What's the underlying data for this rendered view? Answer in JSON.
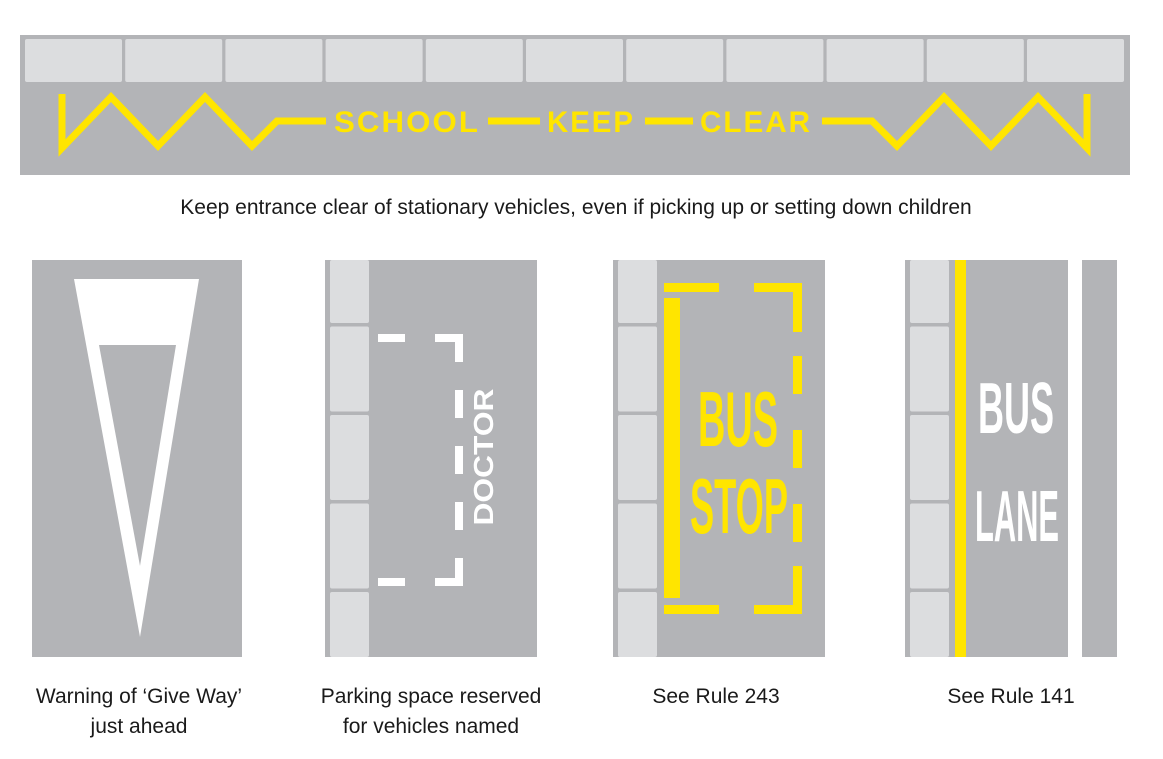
{
  "colors": {
    "road": "#b3b4b7",
    "kerb": "#dcdddf",
    "yellow": "#ffe500",
    "white": "#ffffff"
  },
  "banner": {
    "words": [
      "SCHOOL",
      "KEEP",
      "CLEAR"
    ],
    "caption": "Keep entrance clear of stationary vehicles, even if picking up or setting down children"
  },
  "panels": [
    {
      "caption_lines": [
        "Warning of ‘Give Way’",
        "just ahead"
      ]
    },
    {
      "marking": "DOCTOR",
      "caption_lines": [
        "Parking space reserved",
        "for vehicles named"
      ]
    },
    {
      "marking_lines": [
        "BUS",
        "STOP"
      ],
      "caption_lines": [
        "See Rule 243"
      ]
    },
    {
      "marking_lines": [
        "BUS",
        "LANE"
      ],
      "caption_lines": [
        "See Rule 141"
      ]
    }
  ]
}
